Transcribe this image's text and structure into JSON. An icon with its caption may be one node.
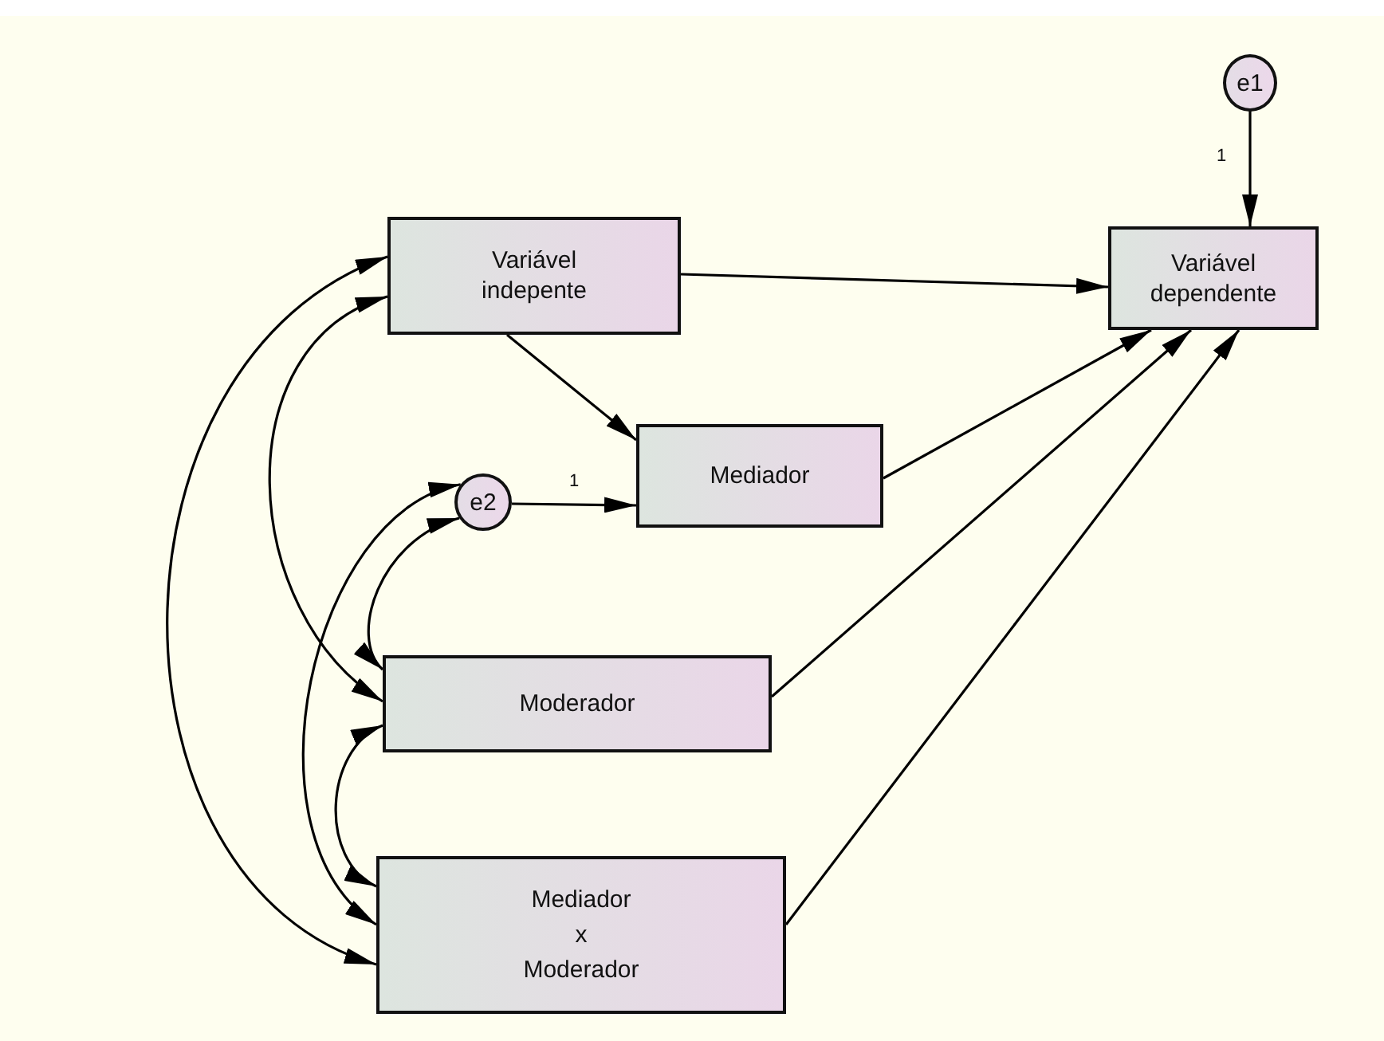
{
  "diagram": {
    "nodes": [
      {
        "text": [
          "e1"
        ]
      },
      {
        "text": [
          "Variável indepente"
        ]
      },
      {
        "text": [
          "Variável dependente"
        ]
      },
      {
        "text": [
          "Mediador"
        ]
      },
      {
        "text": [
          "e2"
        ]
      },
      {
        "text": [
          "Moderador"
        ]
      },
      {
        "text": [
          "Mediador x Moderador"
        ]
      }
    ],
    "edges": [
      {
        "from": 0,
        "to": 2,
        "arrow": "to",
        "label": "1"
      },
      {
        "from": 1,
        "to": 2,
        "arrow": "to"
      },
      {
        "from": 1,
        "to": 3,
        "arrow": "to"
      },
      {
        "from": 4,
        "to": 3,
        "arrow": "to",
        "label": "1"
      },
      {
        "from": 3,
        "to": 2,
        "arrow": "to"
      },
      {
        "from": 5,
        "to": 2,
        "arrow": "to"
      },
      {
        "from": 6,
        "to": 2,
        "arrow": "to"
      },
      {
        "from": 1,
        "to": 5,
        "arrow": "both"
      },
      {
        "from": 1,
        "to": 6,
        "arrow": "both"
      },
      {
        "from": 4,
        "to": 5,
        "arrow": "both"
      },
      {
        "from": 4,
        "to": 6,
        "arrow": "both"
      },
      {
        "from": 5,
        "to": 6,
        "arrow": "both"
      }
    ]
  }
}
